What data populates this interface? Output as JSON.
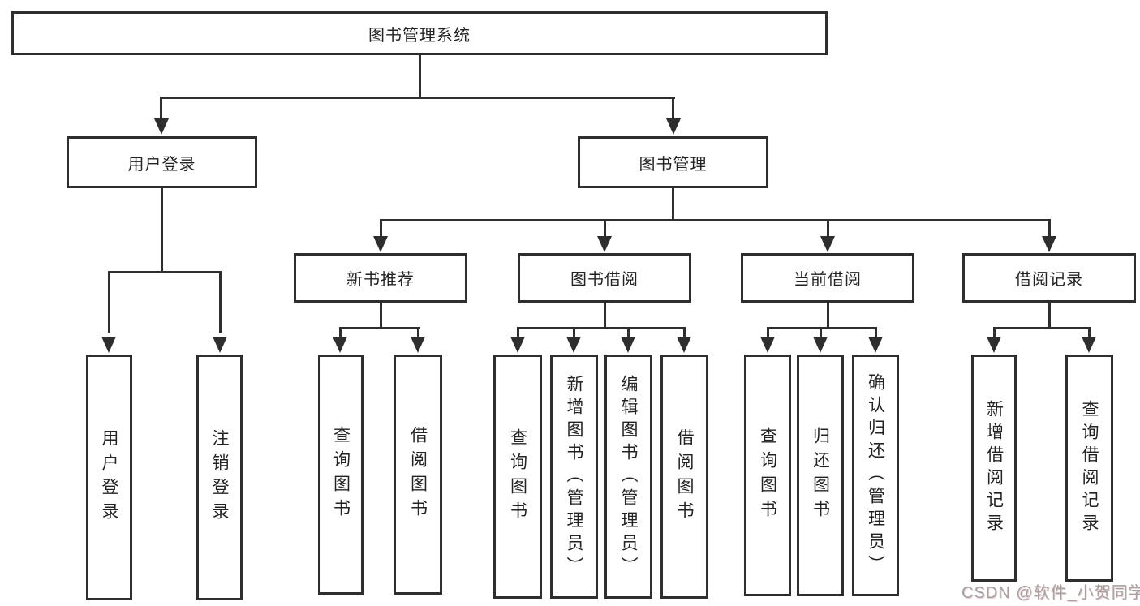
{
  "diagram": {
    "type": "org-tree",
    "title": "图书管理系统",
    "colors": {
      "line": "#2e2e2e",
      "box_border": "#2e2e2e",
      "box_background": "#ffffff",
      "text": "#232323",
      "watermark": "#a2a2a2"
    },
    "tree": {
      "label": "图书管理系统",
      "children": [
        {
          "label": "用户登录",
          "children": [
            {
              "label": "用户登录"
            },
            {
              "label": "注销登录"
            }
          ]
        },
        {
          "label": "图书管理",
          "children": [
            {
              "label": "新书推荐",
              "children": [
                {
                  "label": "查询图书"
                },
                {
                  "label": "借阅图书"
                }
              ]
            },
            {
              "label": "图书借阅",
              "children": [
                {
                  "label": "查询图书"
                },
                {
                  "label": "新增图书（管理员）"
                },
                {
                  "label": "编辑图书（管理员）"
                },
                {
                  "label": "借阅图书"
                }
              ]
            },
            {
              "label": "当前借阅",
              "children": [
                {
                  "label": "查询图书"
                },
                {
                  "label": "归还图书"
                },
                {
                  "label": "确认归还（管理员）"
                }
              ]
            },
            {
              "label": "借阅记录",
              "children": [
                {
                  "label": "新增借阅记录"
                },
                {
                  "label": "查询借阅记录"
                }
              ]
            }
          ]
        }
      ]
    },
    "watermark": {
      "text": "CSDN @软件_小贺同学"
    }
  }
}
